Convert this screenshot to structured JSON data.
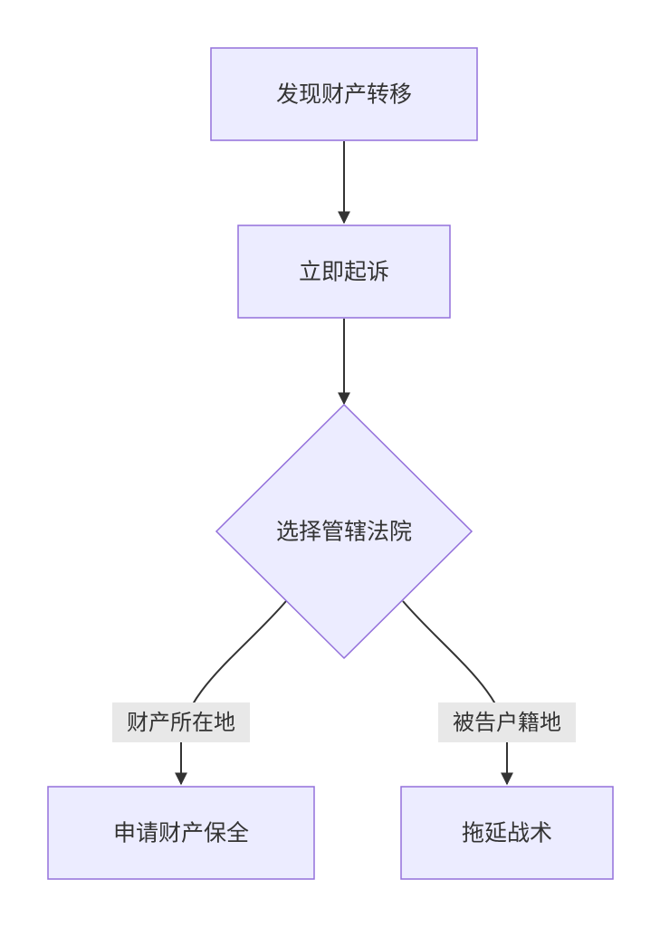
{
  "diagram": {
    "nodes": {
      "discover": "发现财产转移",
      "sue": "立即起诉",
      "court": "选择管辖法院",
      "preserve": "申请财产保全",
      "delay": "拖延战术"
    },
    "edges": {
      "to_preserve_label": "财产所在地",
      "to_delay_label": "被告户籍地"
    },
    "colors": {
      "node_fill": "#ECECFF",
      "node_stroke": "#9370DB",
      "edge": "#333333",
      "label_bg": "#E8E8E8"
    }
  }
}
